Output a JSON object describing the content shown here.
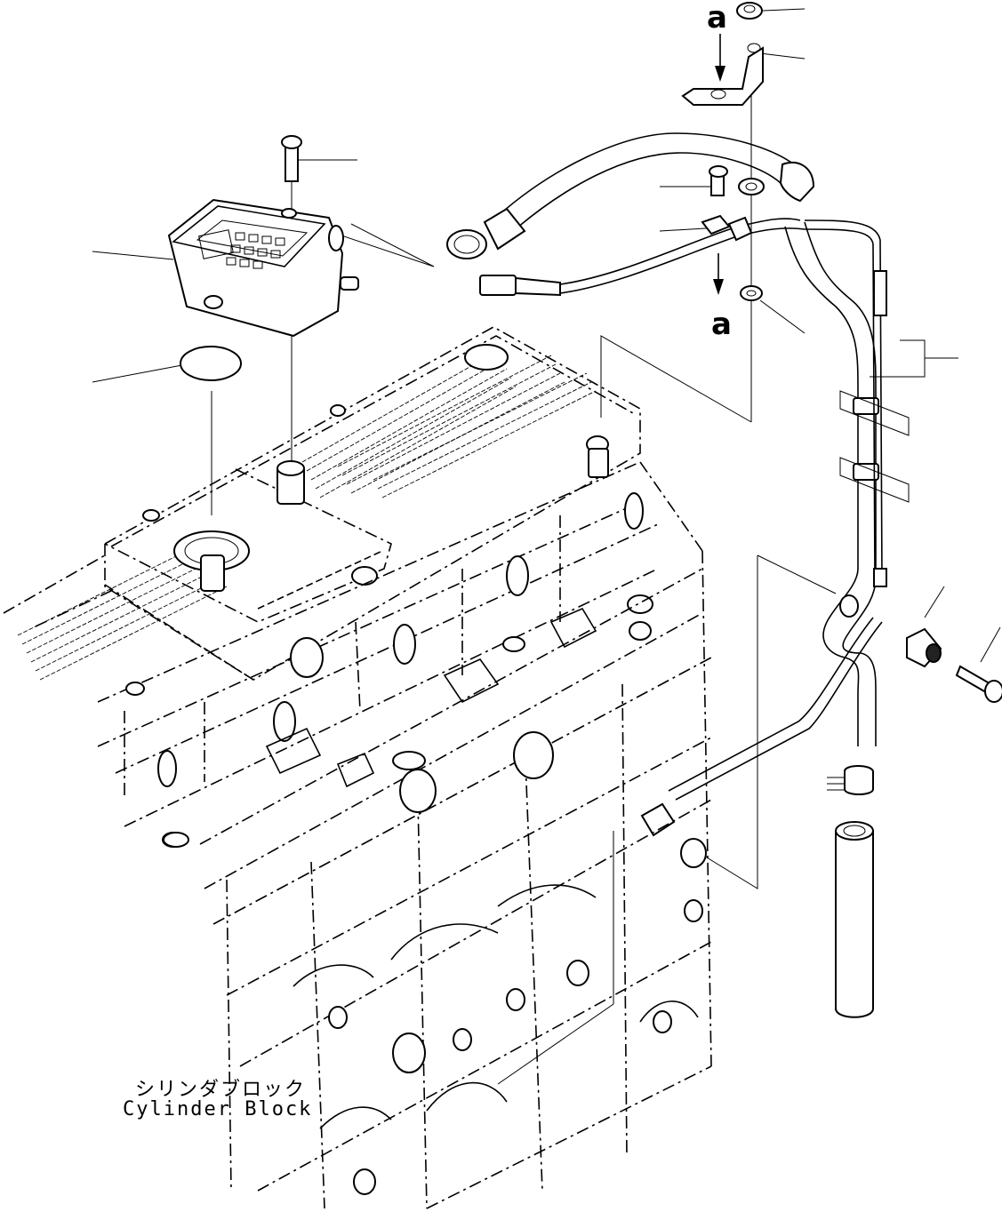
{
  "reference_marks": {
    "top": "a",
    "bottom": "a"
  },
  "caption": {
    "japanese": "シリンダブロック",
    "english": "Cylinder Block"
  }
}
